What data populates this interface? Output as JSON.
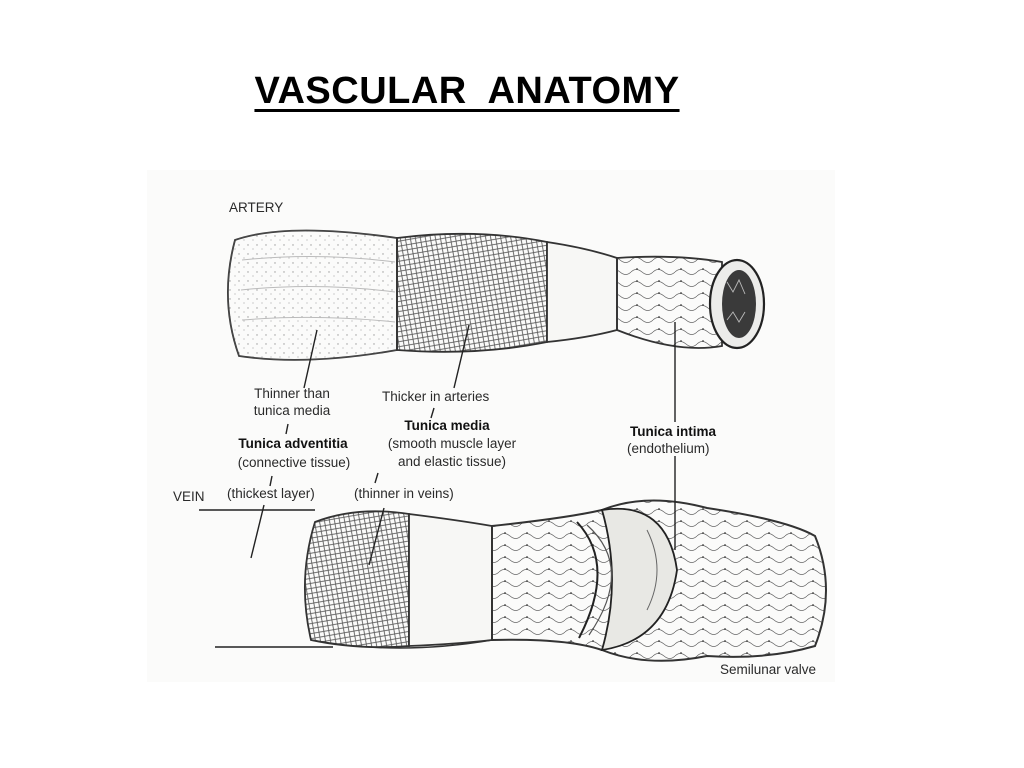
{
  "title": "VASCULAR  ANATOMY",
  "figure": {
    "artery_label": "ARTERY",
    "vein_label": "VEIN",
    "adventitia": {
      "note1": "Thinner than",
      "note2": "tunica media",
      "name": "Tunica adventitia",
      "desc": "(connective tissue)",
      "vein_note": "(thickest layer)"
    },
    "media": {
      "note": "Thicker in arteries",
      "name": "Tunica media",
      "desc1": "(smooth muscle layer",
      "desc2": "and elastic tissue)",
      "vein_note": "(thinner in veins)"
    },
    "intima": {
      "name": "Tunica intima",
      "desc": "(endothelium)"
    },
    "valve_label": "Semilunar valve"
  }
}
